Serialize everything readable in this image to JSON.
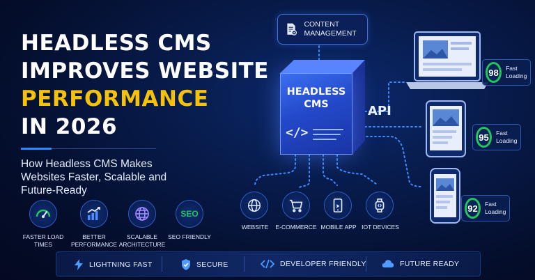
{
  "title": {
    "line1": "HEADLESS CMS",
    "line2": "IMPROVES WEBSITE",
    "line3": "PERFORMANCE",
    "line4": "IN 2026"
  },
  "subtitle": "How Headless CMS Makes Websites Faster, Scalable and Future-Ready",
  "features": [
    {
      "label": "FASTER LOAD TIMES",
      "icon": "speedometer-icon"
    },
    {
      "label": "BETTER PERFORMANCE",
      "icon": "bar-chart-icon"
    },
    {
      "label": "SCALABLE ARCHITECTURE",
      "icon": "globe-icon"
    },
    {
      "label": "SEO FRIENDLY",
      "icon_text": "SEO"
    }
  ],
  "diagram": {
    "content_management": "CONTENT MANAGEMENT",
    "cms_title": "HEADLESS CMS",
    "code_symbol": "</>",
    "api_label": "API",
    "targets": [
      {
        "label": "WEBSITE",
        "icon": "globe-icon"
      },
      {
        "label": "E-COMMERCE",
        "icon": "shopping-cart-icon"
      },
      {
        "label": "MOBILE APP",
        "icon": "mobile-icon"
      },
      {
        "label": "IOT DEVICES",
        "icon": "smartwatch-icon"
      }
    ],
    "scores": [
      {
        "value": "98",
        "label": "Fast Loading"
      },
      {
        "value": "95",
        "label": "Fast Loading"
      },
      {
        "value": "92",
        "label": "Fast Loading"
      }
    ]
  },
  "bottom_bar": [
    {
      "label": "LIGHTNING FAST",
      "icon": "lightning-icon"
    },
    {
      "label": "SECURE",
      "icon": "shield-icon"
    },
    {
      "label": "DEVELOPER FRIENDLY",
      "icon": "code-icon"
    },
    {
      "label": "FUTURE READY",
      "icon": "cloud-icon"
    }
  ],
  "colors": {
    "accent_yellow": "#f4c20d",
    "accent_blue": "#2f86ff",
    "score_green": "#22c55e",
    "background": "#040d2a"
  }
}
